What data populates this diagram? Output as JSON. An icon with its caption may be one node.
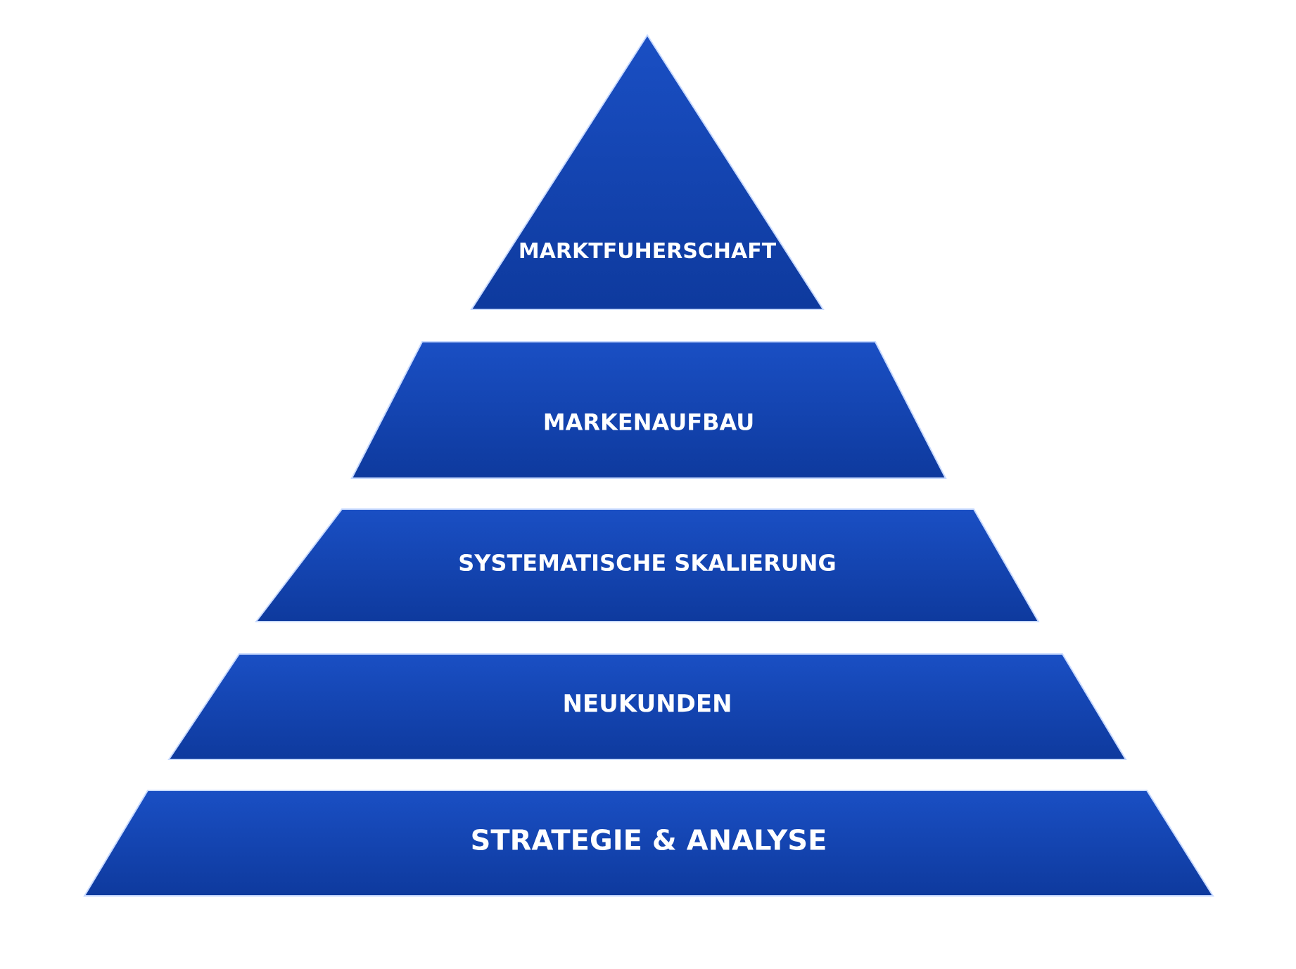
{
  "diagram": {
    "nodes": [
      {
        "text": [
          "MARKTFUHERSCHAFT"
        ]
      },
      {
        "text": [
          "MARKENAUFBAU"
        ]
      },
      {
        "text": [
          "SYSTEMATISCHE SKALIERUNG"
        ]
      },
      {
        "text": [
          "NEUKUNDEN"
        ]
      },
      {
        "text": [
          "STRATEGIE & ANALYSE"
        ]
      }
    ]
  }
}
